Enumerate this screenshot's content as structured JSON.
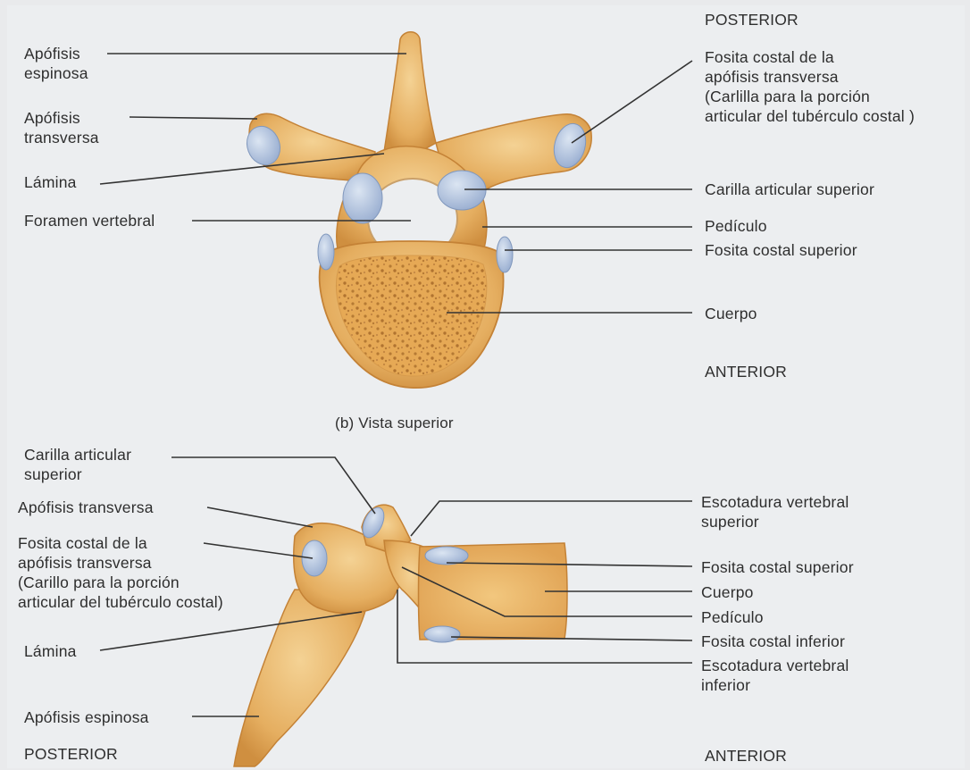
{
  "superior_view": {
    "orientation_top": "POSTERIOR",
    "orientation_bottom": "ANTERIOR",
    "caption": "(b) Vista superior",
    "labels": {
      "spinous_process": "Apófisis\nespinosa",
      "transverse_process": "Apófisis\ntransversa",
      "lamina": "Lámina",
      "vertebral_foramen": "Foramen vertebral",
      "transverse_costal_facet": "Fosita costal de la\napófisis transversa\n(Carlilla para la porción\narticular del tubérculo costal )",
      "superior_articular_facet": "Carilla articular superior",
      "pedicle": "Pedículo",
      "superior_costal_facet": "Fosita costal superior",
      "body": "Cuerpo"
    }
  },
  "lateral_view": {
    "orientation_left": "POSTERIOR",
    "orientation_right": "ANTERIOR",
    "labels": {
      "superior_articular_facet": "Carilla articular\nsuperior",
      "transverse_process": "Apófisis transversa",
      "transverse_costal_facet": "Fosita costal de la\napófisis transversa\n(Carillo para la porción\narticular del tubérculo costal)",
      "lamina": "Lámina",
      "spinous_process": "Apófisis espinosa",
      "superior_vertebral_notch": "Escotadura vertebral\nsuperior",
      "superior_costal_facet": "Fosita costal superior",
      "body": "Cuerpo",
      "pedicle": "Pedículo",
      "inferior_costal_facet": "Fosita costal inferior",
      "inferior_vertebral_notch": "Escotadura vertebral\ninferior"
    }
  },
  "colors": {
    "bone": "#e3ae62",
    "bone_light": "#f2cf8e",
    "bone_shadow": "#c98a3c",
    "cartilage": "#a9bcd6",
    "leader_line": "#333333",
    "page": "#eceef0"
  }
}
